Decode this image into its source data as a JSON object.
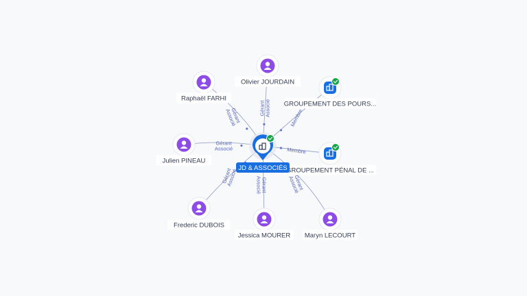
{
  "colors": {
    "person": "#8e4ce6",
    "company": "#1a6fe0",
    "check": "#17a34a",
    "edge": "#9aa6c6",
    "edge_label": "#5a66b8",
    "background": "#f8f9fb"
  },
  "center": {
    "name": "JD & ASSOCIÉS",
    "icon": "company-building-icon",
    "verified": true
  },
  "nodes": [
    {
      "id": "olivier",
      "type": "person",
      "label": "Olivier JOURDAIN",
      "icon": "person-icon",
      "relations": [
        "Gérant",
        "Associé"
      ]
    },
    {
      "id": "raphael",
      "type": "person",
      "label": "Raphaël FARHI",
      "icon": "person-icon",
      "relations": [
        "Gérant",
        "Associé"
      ]
    },
    {
      "id": "julien",
      "type": "person",
      "label": "Julien PINEAU",
      "icon": "person-icon",
      "relations": [
        "Gérant",
        "Associé"
      ]
    },
    {
      "id": "frederic",
      "type": "person",
      "label": "Frederic DUBOIS",
      "icon": "person-icon",
      "relations": [
        "Gérant",
        "Associé"
      ]
    },
    {
      "id": "jessica",
      "type": "person",
      "label": "Jessica MOURER",
      "icon": "person-icon",
      "relations": [
        "Gérant",
        "Associé"
      ]
    },
    {
      "id": "maryn",
      "type": "person",
      "label": "Maryn LECOURT",
      "icon": "person-icon",
      "relations": [
        "Gérant",
        "Associé"
      ]
    },
    {
      "id": "grp1",
      "type": "company",
      "label": "GROUPEMENT DES POURS...",
      "icon": "company-building-icon",
      "verified": true,
      "relations": [
        "Membre"
      ]
    },
    {
      "id": "grp2",
      "type": "company",
      "label": "GROUPEMENT PÉNAL DE ...",
      "icon": "company-building-icon",
      "verified": true,
      "relations": [
        "Membre"
      ]
    }
  ]
}
